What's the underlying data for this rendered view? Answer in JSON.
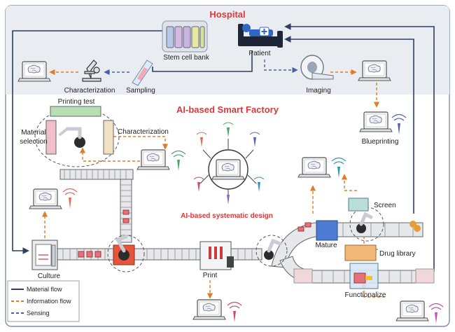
{
  "hospital": {
    "title": "Hospital",
    "stem_cell_bank": "Stem cell bank",
    "patient": "Patient",
    "sampling": "Sampling",
    "characterization": "Characterization",
    "imaging": "Imaging"
  },
  "factory": {
    "title": "AI-based Smart Factory",
    "printing_test": "Printing test",
    "material_selection": "Material\nselection",
    "characterization": "Characterization",
    "systematic_design": "AI-based systematic design",
    "blueprinting": "Blueprinting",
    "screen": "Screen",
    "mature": "Mature",
    "drug_library": "Drug library",
    "culture": "Culture",
    "print": "Print",
    "functionalize": "Functionalize"
  },
  "legend": {
    "items": [
      {
        "label": "Material flow",
        "style": "solid",
        "color": "#2f3e5c"
      },
      {
        "label": "Information flow",
        "style": "dashed",
        "color": "#e07b28"
      },
      {
        "label": "Sensing",
        "style": "dashed",
        "color": "#4a5fa8"
      }
    ]
  },
  "colors": {
    "hospital_title": "#d8393b",
    "factory_title": "#d8393b",
    "systematic_design": "#d8393b",
    "material_flow": "#2f3e5c",
    "information_flow": "#e07b28",
    "sensing": "#4a5fa8",
    "hospital_bg": "#e9edf2",
    "border": "#7a8ea8"
  },
  "icons": [
    "brain-laptop-icon",
    "antenna-icon",
    "microscope-icon",
    "bed-icon",
    "mri-scanner-icon",
    "robot-arm-icon",
    "bioprinter-icon",
    "incubator-icon",
    "conveyor-icon"
  ]
}
